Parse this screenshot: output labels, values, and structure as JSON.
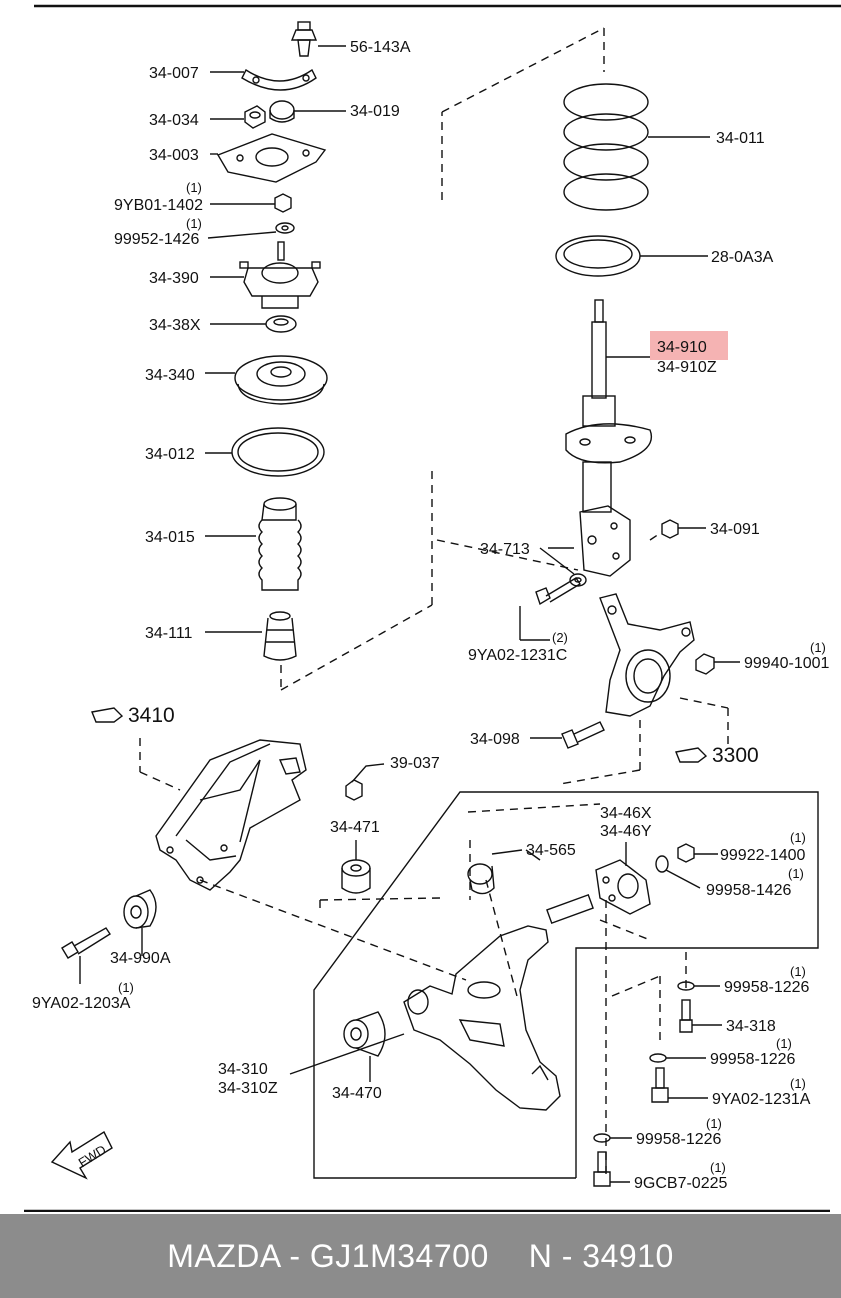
{
  "labels": {
    "l_56_143a": "56-143A",
    "l_34_007": "34-007",
    "l_34_034": "34-034",
    "l_34_019": "34-019",
    "l_34_003": "34-003",
    "l_9yb01_1402": "9YB01-1402",
    "q_9yb01_1402": "(1)",
    "l_99952_1426": "99952-1426",
    "q_99952_1426": "(1)",
    "l_34_390": "34-390",
    "l_34_38x": "34-38X",
    "l_34_340": "34-340",
    "l_34_012": "34-012",
    "l_34_015": "34-015",
    "l_34_111": "34-111",
    "l_34_011": "34-011",
    "l_28_0a3a": "28-0A3A",
    "l_34_910": "34-910",
    "l_34_910z": "34-910Z",
    "l_34_713": "34-713",
    "l_34_091": "34-091",
    "l_9ya02_1231c": "9YA02-1231C",
    "q_9ya02_1231c": "(2)",
    "l_99940_1001": "99940-1001",
    "q_99940_1001": "(1)",
    "l_34_098": "34-098",
    "l_3410": "3410",
    "l_3300": "3300",
    "l_39_037": "39-037",
    "l_34_471": "34-471",
    "l_34_565": "34-565",
    "l_34_46x": "34-46X",
    "l_34_46y": "34-46Y",
    "l_99922_1400": "99922-1400",
    "q_99922_1400": "(1)",
    "l_99958_1426": "99958-1426",
    "q_99958_1426": "(1)",
    "l_34_990a": "34-990A",
    "l_9ya02_1203a": "9YA02-1203A",
    "q_9ya02_1203a": "(1)",
    "l_99958_1226_a": "99958-1226",
    "q_99958_1226_a": "(1)",
    "l_34_318": "34-318",
    "l_99958_1226_b": "99958-1226",
    "q_99958_1226_b": "(1)",
    "l_34_310": "34-310",
    "l_34_310z": "34-310Z",
    "l_34_470": "34-470",
    "l_9ya02_1231a": "9YA02-1231A",
    "q_9ya02_1231a": "(1)",
    "l_99958_1226_c": "99958-1226",
    "q_99958_1226_c": "(1)",
    "l_9gcb7_0225": "9GCB7-0225",
    "q_9gcb7_0225": "(1)",
    "fwd": "FWD"
  },
  "footer": {
    "brand_part": "MAZDA - GJ1M34700",
    "ref_number": "N - 34910"
  },
  "highlight_color": "#f3a6a6"
}
